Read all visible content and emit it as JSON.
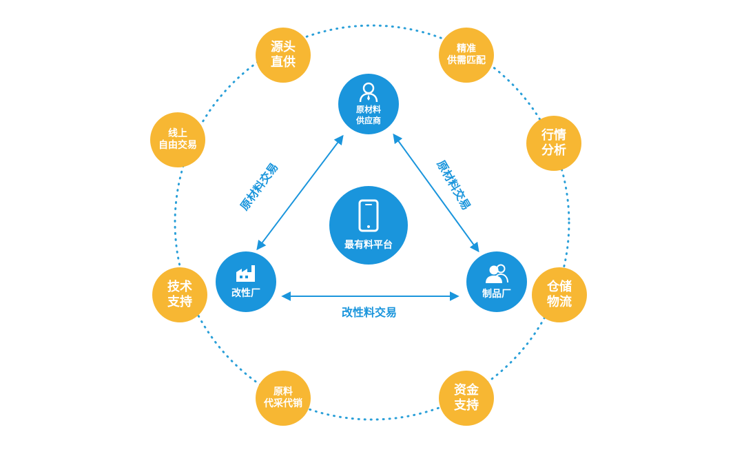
{
  "platform": {
    "label": "最有料平台",
    "icon": "smartphone-icon"
  },
  "nodes": {
    "supplier": {
      "line1": "原材料",
      "line2": "供应商",
      "icon": "person-icon"
    },
    "modifier": {
      "label": "改性厂",
      "icon": "factory-icon"
    },
    "manufacturer": {
      "label": "制品厂",
      "icon": "people-icon"
    }
  },
  "edges": {
    "left": "原材料交易",
    "right": "原材料交易",
    "bottom": "改性料交易"
  },
  "services": [
    {
      "line1": "源头",
      "line2": "直供"
    },
    {
      "line1": "精准",
      "line2": "供需匹配"
    },
    {
      "line1": "行情",
      "line2": "分析"
    },
    {
      "line1": "仓储",
      "line2": "物流"
    },
    {
      "line1": "资金",
      "line2": "支持"
    },
    {
      "line1": "原料",
      "line2": "代采代销"
    },
    {
      "line1": "技术",
      "line2": "支持"
    },
    {
      "line1": "线上",
      "line2": "自由交易"
    }
  ],
  "colors": {
    "primary_blue": "#1a95dc",
    "service_orange": "#f7b733",
    "ring_dots": "#2a9fd8"
  }
}
